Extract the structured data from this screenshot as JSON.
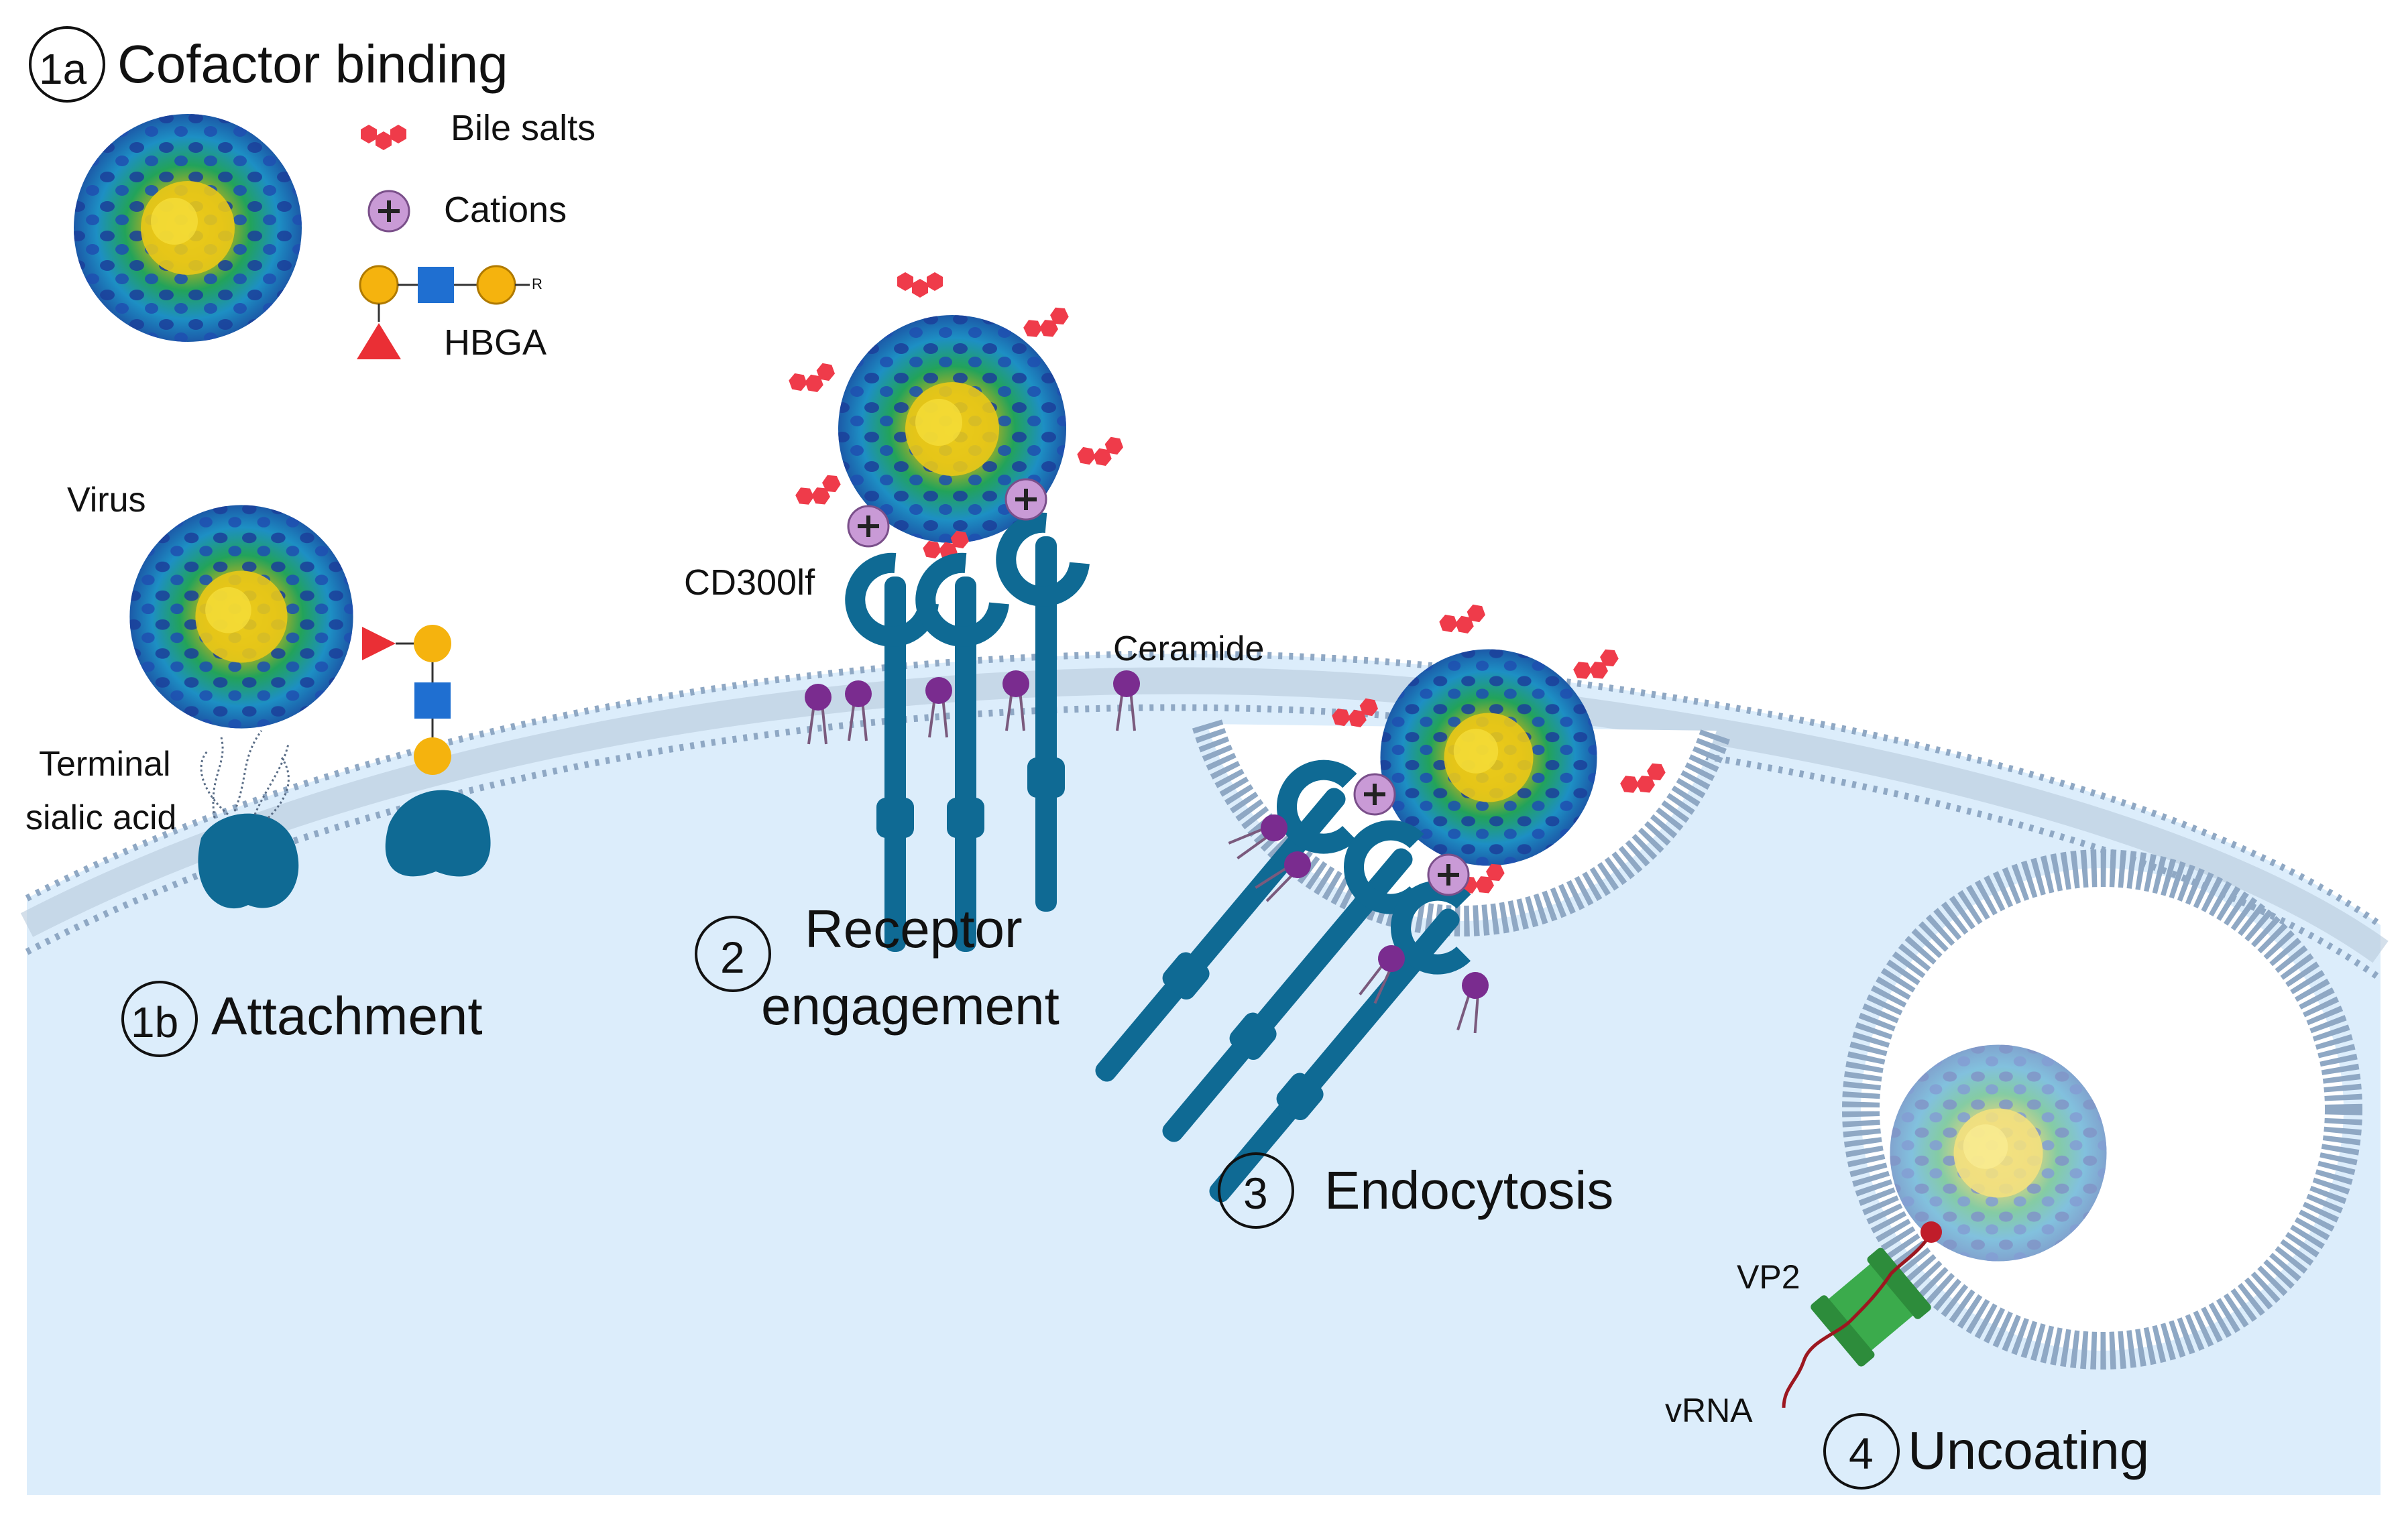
{
  "steps": {
    "cofactor": {
      "num": "1a",
      "title": "Cofactor binding"
    },
    "attachment": {
      "num": "1b",
      "title": "Attachment"
    },
    "receptor": {
      "num": "2",
      "title_line1": "Receptor",
      "title_line2": "engagement"
    },
    "endocytosis": {
      "num": "3",
      "title": "Endocytosis"
    },
    "uncoating": {
      "num": "4",
      "title": "Uncoating"
    }
  },
  "legend": {
    "bile_salts": "Bile salts",
    "cations": "Cations",
    "cation_symbol": "+",
    "hbga": "HBGA",
    "hbga_r": "R"
  },
  "labels": {
    "virus": "Virus",
    "terminal": "Terminal",
    "sialic_acid": "sialic acid",
    "cd300lf": "CD300lf",
    "ceramide": "Ceramide",
    "vp2": "VP2",
    "vrna": "vRNA"
  },
  "colors": {
    "cytoplasm": "#dcedfb",
    "membrane": "#8fa8c4",
    "receptor": "#0f6a94",
    "bile_salt": "#ef3b4a",
    "cation": "#c99ad6",
    "ceramide": "#7a2c8f",
    "galactose": "#f5b30e",
    "glcnac": "#1f6fd1",
    "fucose": "#ea2f35",
    "vp2": "#3bab4c",
    "vrna": "#9c1720"
  }
}
